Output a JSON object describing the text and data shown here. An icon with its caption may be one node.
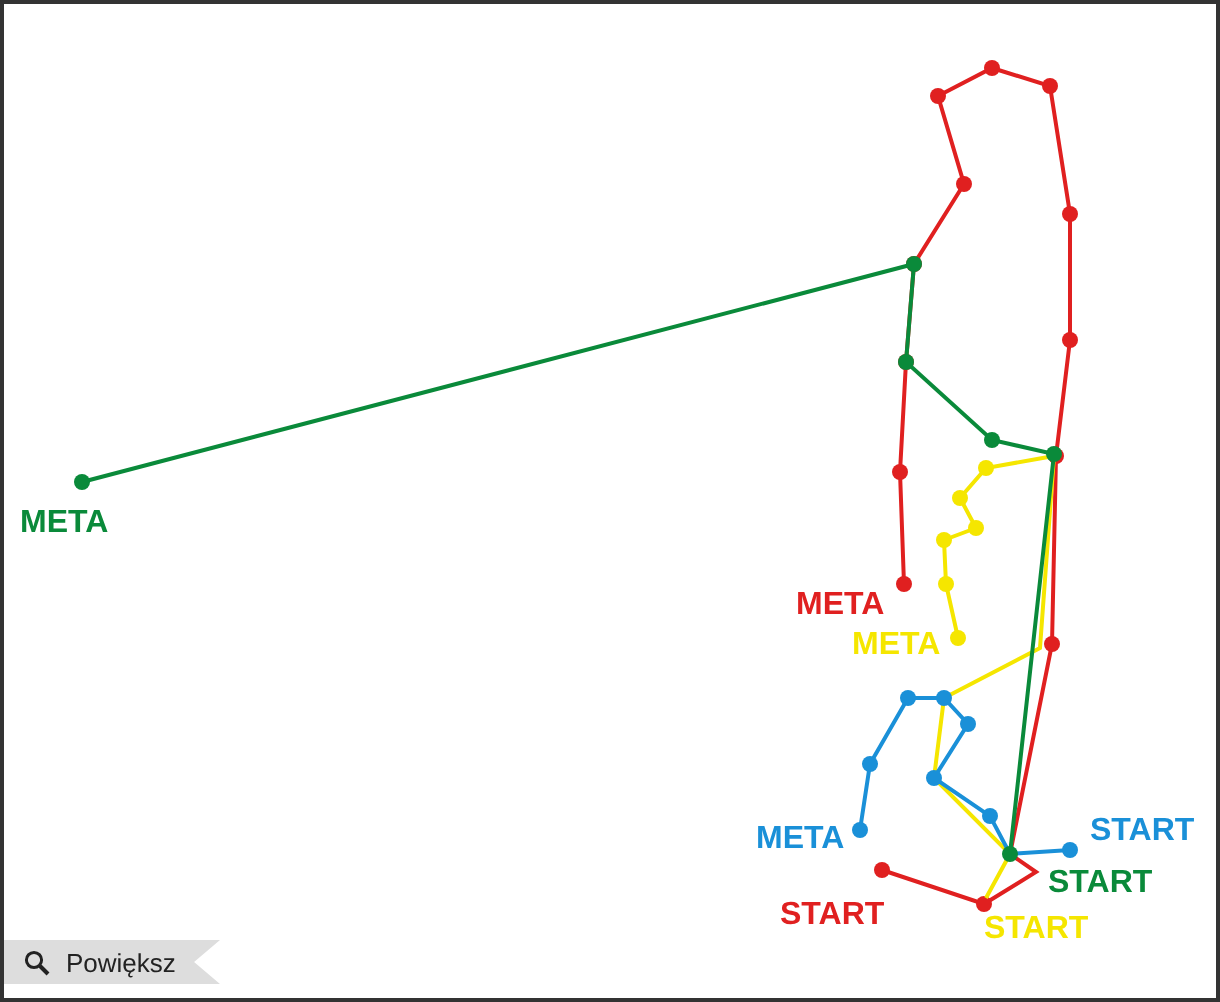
{
  "diagram": {
    "labels": [
      "META",
      "META",
      "META",
      "START",
      "META",
      "START",
      "START",
      "START",
      "Powiększ"
    ]
  }
}
